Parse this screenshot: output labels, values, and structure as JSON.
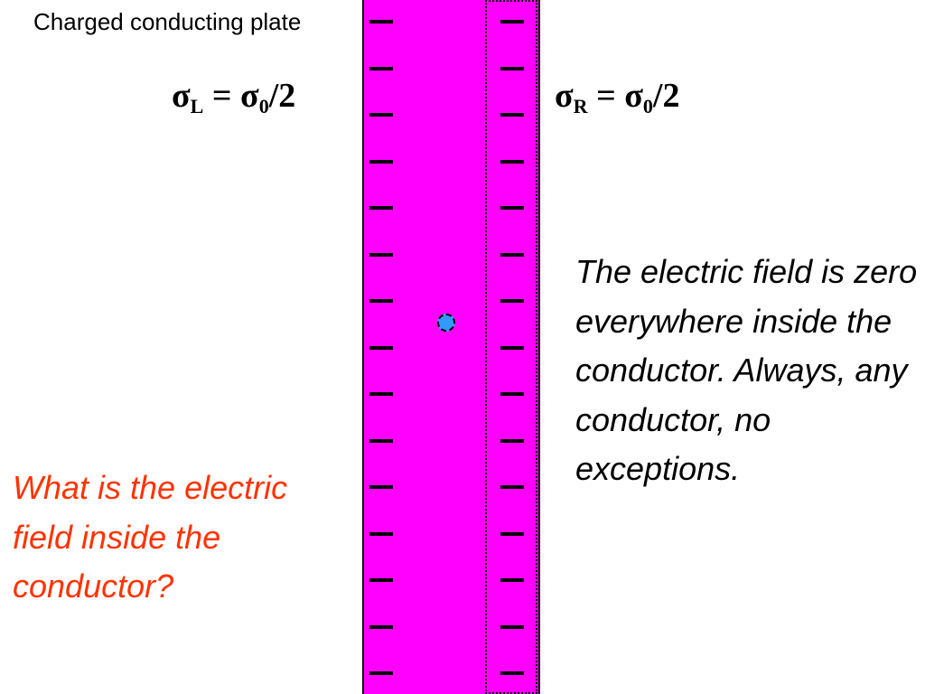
{
  "plate_label": "Charged conducting plate",
  "sigma_left": {
    "symbol": "σ",
    "sub": "L",
    "eq": " = σ",
    "sub0": "0",
    "tail": "/2"
  },
  "sigma_right": {
    "symbol": "σ",
    "sub": "R",
    "eq": " = σ",
    "sub0": "0",
    "tail": "/2"
  },
  "question": "What is the electric field inside the conductor?",
  "answer": "The electric field is zero everywhere inside the conductor. Always, any conductor, no exceptions.",
  "charge_count_per_side": 15,
  "charge_symbol": "−",
  "colors": {
    "plate": "#ff00ff",
    "question": "#ff3300",
    "test_point": "#3399ff"
  }
}
